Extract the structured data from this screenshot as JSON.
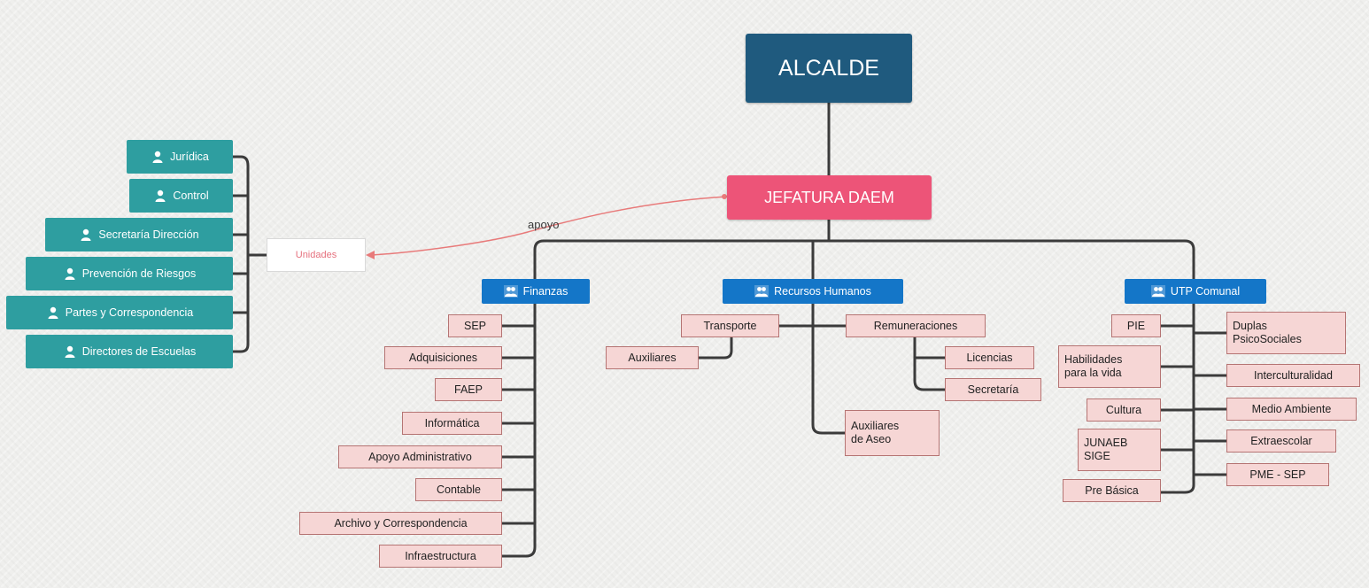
{
  "root": "ALCALDE",
  "main": "JEFATURA DAEM",
  "unidades": {
    "label": "Unidades",
    "link_label": "apoyo",
    "items": [
      "Jurídica",
      "Control",
      "Secretaría Dirección",
      "Prevención de Riesgos",
      "Partes y Correspondencia",
      "Directores de Escuelas"
    ]
  },
  "finanzas": {
    "label": "Finanzas",
    "items": [
      "SEP",
      "Adquisiciones",
      "FAEP",
      "Informática",
      "Apoyo Administrativo",
      "Contable",
      "Archivo y Correspondencia",
      "Infraestructura"
    ]
  },
  "rrhh": {
    "label": "Recursos Humanos",
    "transporte": "Transporte",
    "auxiliares": "Auxiliares",
    "remuneraciones": "Remuneraciones",
    "licencias": "Licencias",
    "secretaria": "Secretaría",
    "aseo": "Auxiliares\nde Aseo"
  },
  "utp": {
    "label": "UTP Comunal",
    "left": [
      "PIE",
      "Habilidades\npara la vida",
      "Cultura",
      "JUNAEB\nSIGE",
      "Pre Básica"
    ],
    "right": [
      "Duplas\nPsicoSociales",
      "Interculturalidad",
      "Medio Ambiente",
      "Extraescolar",
      "PME - SEP"
    ]
  },
  "colors": {
    "root": "#1f5a7e",
    "main": "#ed5478",
    "branch": "#1476c8",
    "teal": "#2e9ea0",
    "leaf_fill": "#f6d6d5",
    "leaf_border": "#b57473",
    "connector": "#3b3b3b",
    "link": "#e87a7a"
  },
  "icons": {
    "branch": "group-icon",
    "unit_item": "person-icon"
  }
}
